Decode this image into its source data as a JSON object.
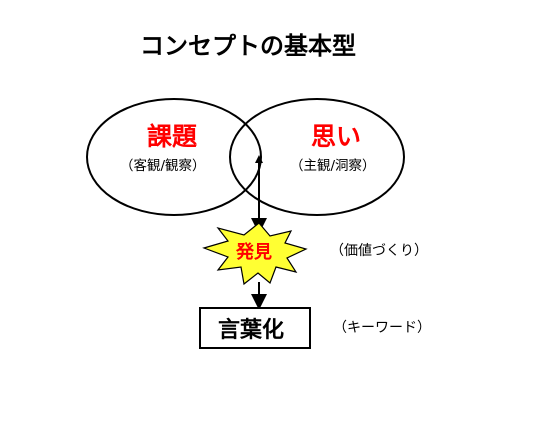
{
  "title": "コンセプトの基本型",
  "left_circle": {
    "label": "課題",
    "sub": "（客観/観察）"
  },
  "right_circle": {
    "label": "思い",
    "sub": "（主観/洞察）"
  },
  "burst": {
    "label": "発見",
    "note": "（価値づくり）"
  },
  "box": {
    "label": "言葉化",
    "note": "（キーワード）"
  },
  "colors": {
    "accent": "#ff0000",
    "burst_fill": "#ffff33",
    "line": "#000000"
  }
}
